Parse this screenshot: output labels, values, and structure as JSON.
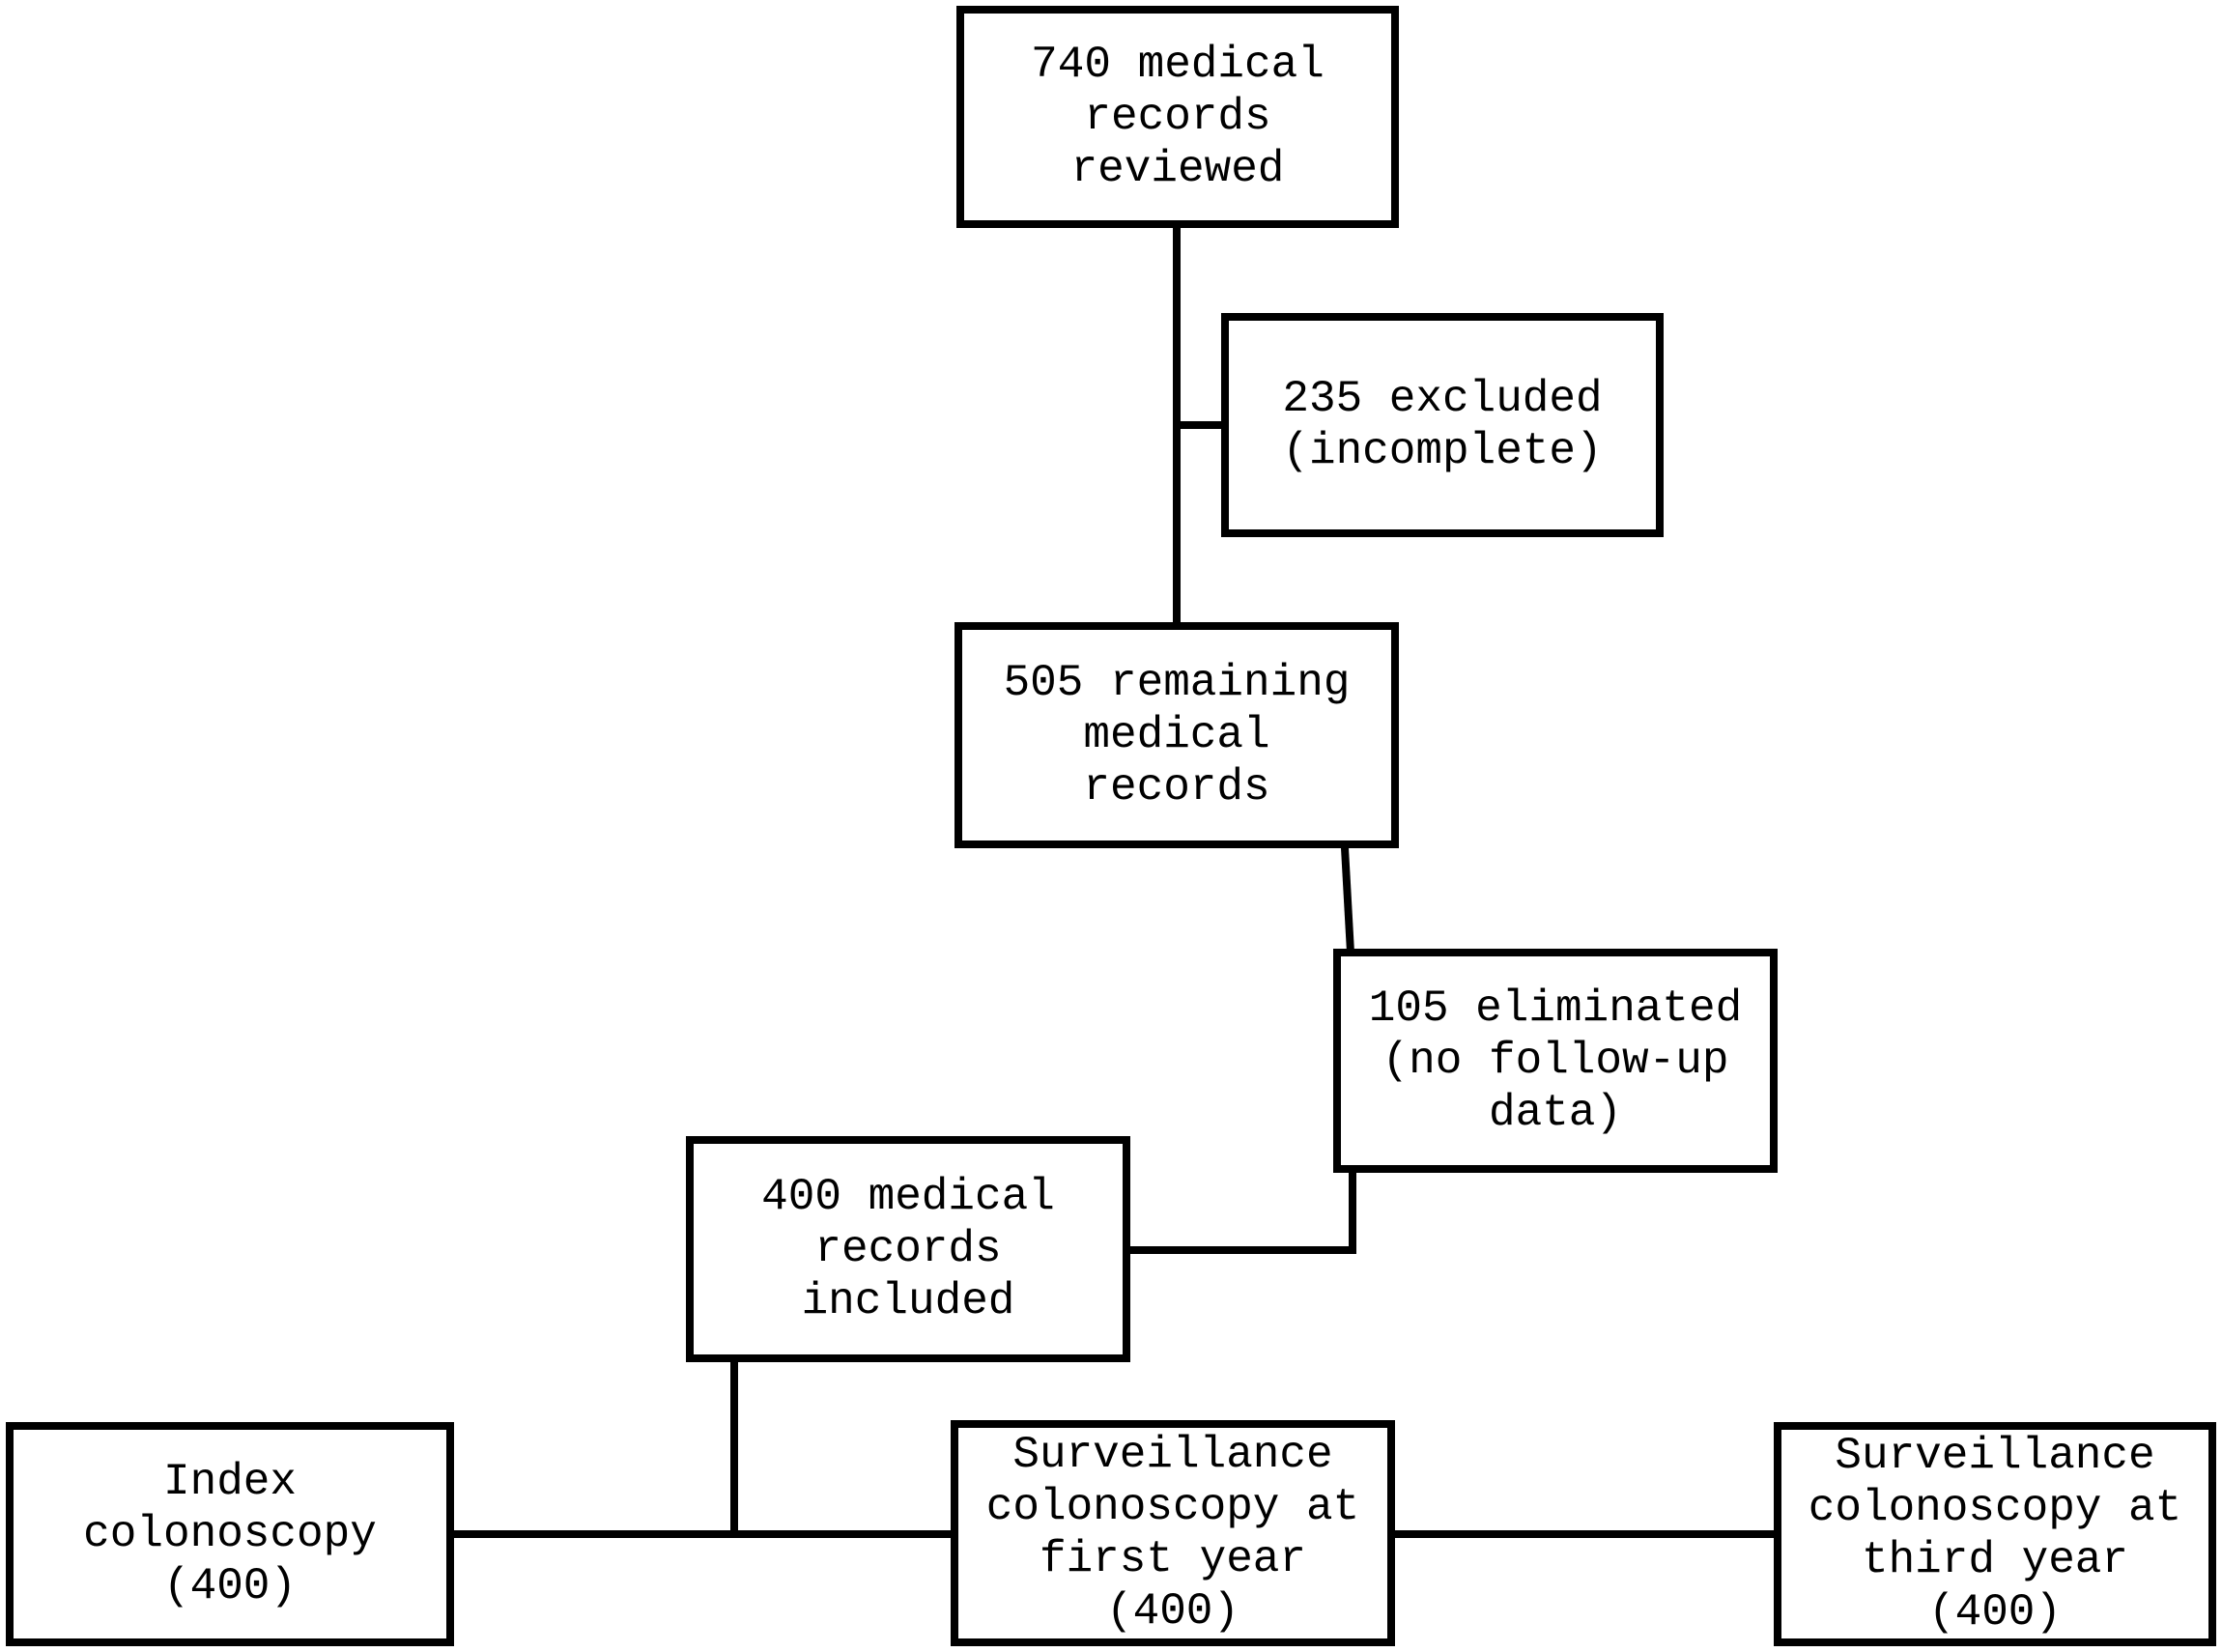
{
  "diagram": {
    "records_reviewed": "740 medical\nrecords\nreviewed",
    "excluded": "235 excluded\n(incomplete)",
    "remaining": "505 remaining\nmedical\nrecords",
    "eliminated": "105 eliminated\n(no follow-up\ndata)",
    "included": "400 medical\nrecords\nincluded",
    "index_colonoscopy": "Index\ncolonoscopy\n(400)",
    "surveillance_first_year": "Surveillance\ncolonoscopy at\nfirst year\n(400)",
    "surveillance_third_year": "Surveillance\ncolonoscopy at\nthird year\n(400)"
  }
}
